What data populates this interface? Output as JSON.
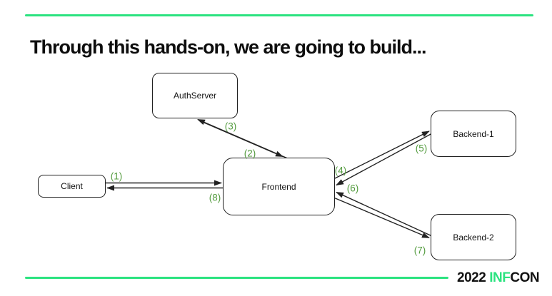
{
  "slide": {
    "title": "Through this hands-on, we are going to build...",
    "accent_color": "#2BE380",
    "edge_label_color": "#539b3e",
    "node_border_color": "#202020"
  },
  "diagram": {
    "nodes": [
      {
        "id": "authserver",
        "label": "AuthServer"
      },
      {
        "id": "client",
        "label": "Client"
      },
      {
        "id": "frontend",
        "label": "Frontend"
      },
      {
        "id": "backend1",
        "label": "Backend-1"
      },
      {
        "id": "backend2",
        "label": "Backend-2"
      }
    ],
    "edges": [
      {
        "label": "(1)",
        "from": "client",
        "to": "frontend"
      },
      {
        "label": "(2)",
        "from": "frontend",
        "to": "authserver"
      },
      {
        "label": "(3)",
        "from": "authserver",
        "to": "frontend"
      },
      {
        "label": "(4)",
        "from": "frontend",
        "to": "backend1"
      },
      {
        "label": "(5)",
        "from": "backend1",
        "to": "frontend"
      },
      {
        "label": "(6)",
        "from": "frontend",
        "to": "backend2"
      },
      {
        "label": "(7)",
        "from": "backend2",
        "to": "frontend"
      },
      {
        "label": "(8)",
        "from": "frontend",
        "to": "client"
      }
    ]
  },
  "footer": {
    "year": "2022",
    "brand_green": "INF",
    "brand_black": "CON"
  }
}
